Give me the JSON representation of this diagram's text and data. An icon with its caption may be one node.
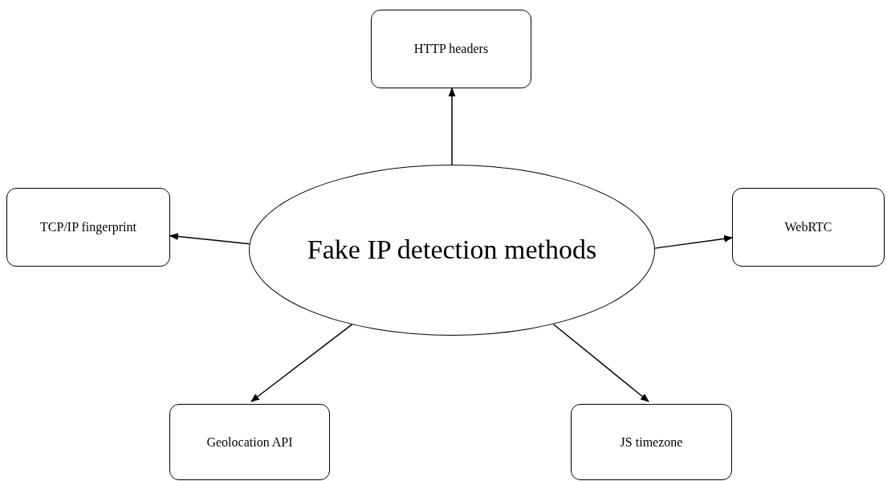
{
  "diagram": {
    "nodes": [
      {
        "text": [
          "HTTP headers"
        ]
      },
      {
        "text": [
          "TCP/IP fingerprint"
        ]
      },
      {
        "text": [
          "Fake IP detection methods"
        ]
      },
      {
        "text": [
          "WebRTC"
        ]
      },
      {
        "text": [
          "Geolocation API"
        ]
      },
      {
        "text": [
          "JS timezone"
        ]
      }
    ],
    "edges": [
      {
        "from": 2,
        "to": 0,
        "arrow": "to"
      },
      {
        "from": 2,
        "to": 1,
        "arrow": "to"
      },
      {
        "from": 2,
        "to": 3,
        "arrow": "to"
      },
      {
        "from": 2,
        "to": 4,
        "arrow": "to"
      },
      {
        "from": 2,
        "to": 5,
        "arrow": "to"
      }
    ]
  }
}
